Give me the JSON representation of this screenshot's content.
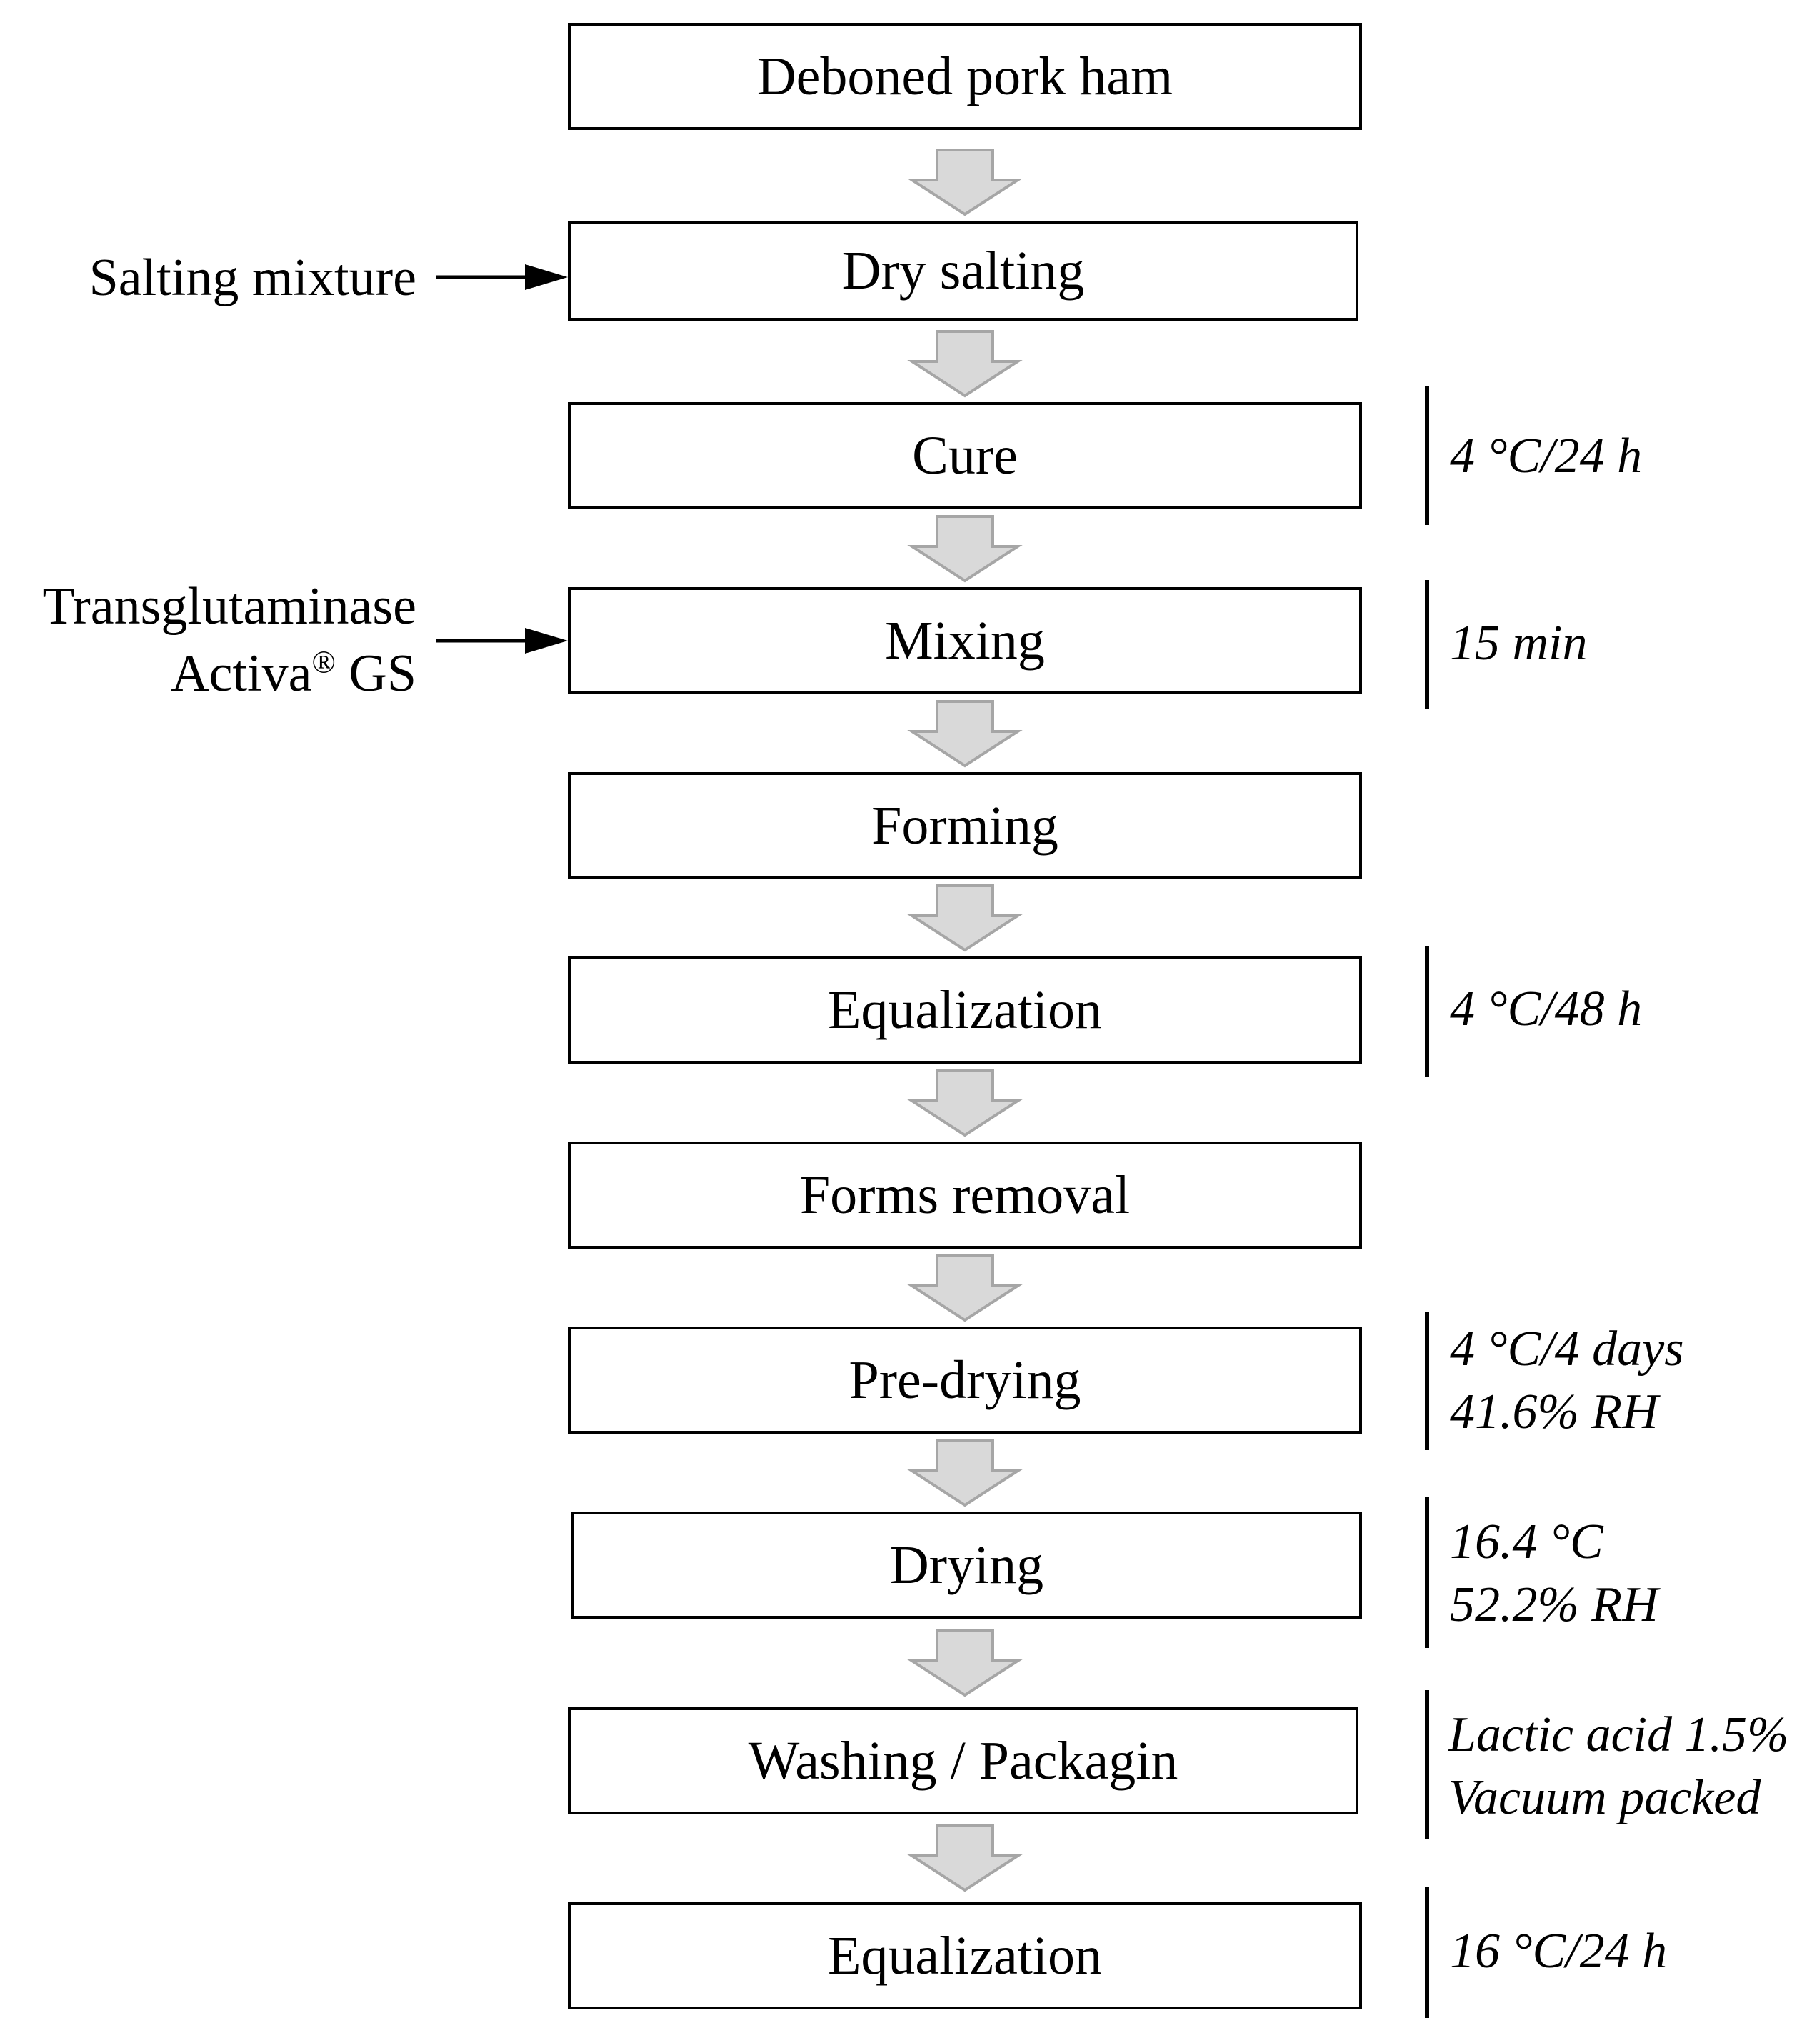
{
  "steps": [
    {
      "label": "Deboned pork ham"
    },
    {
      "label": "Dry salting"
    },
    {
      "label": "Cure"
    },
    {
      "label": "Mixing"
    },
    {
      "label": "Forming"
    },
    {
      "label": "Equalization"
    },
    {
      "label": "Forms removal"
    },
    {
      "label": "Pre-drying"
    },
    {
      "label": "Drying"
    },
    {
      "label": "Washing / Packagin"
    },
    {
      "label": "Equalization"
    }
  ],
  "inputs": {
    "salting": "Salting mixture",
    "enzyme_line1": "Transglutaminase",
    "enzyme_line2": "Activa",
    "enzyme_mark": "®",
    "enzyme_suffix": " GS"
  },
  "conditions": {
    "cure": "4 °C/24 h",
    "mixing": "15 min",
    "equalization": "4 °C/48 h",
    "predrying_line1": "4 °C/4 days",
    "predrying_line2": "41.6% RH",
    "drying_line1": "16.4 °C",
    "drying_line2": "52.2% RH",
    "washing_line1": "Lactic acid 1.5%",
    "washing_line2": "Vacuum packed",
    "final_equalization": "16 °C/24 h"
  },
  "colors": {
    "flow_arrow_fill": "#d9d9d9",
    "flow_arrow_stroke": "#a6a6a6",
    "line": "#000000"
  }
}
